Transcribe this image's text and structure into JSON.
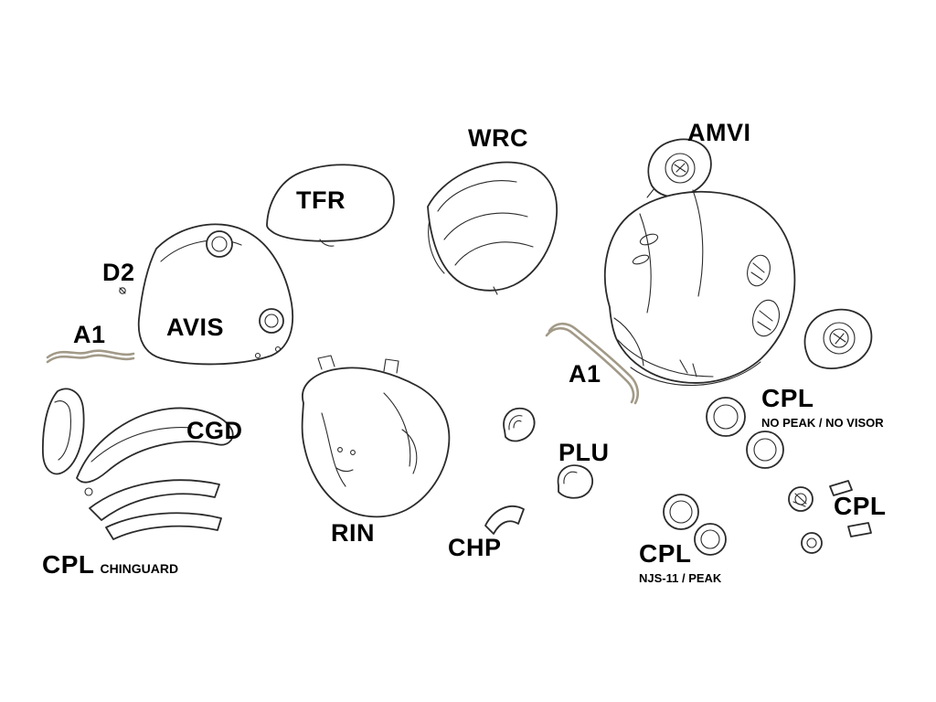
{
  "diagram": {
    "title": "Helmet exploded parts diagram",
    "background": "#ffffff",
    "line_color": "#2b2b2b",
    "beading_color": "#a29a88",
    "labels": {
      "wrc": "WRC",
      "amvi": "AMVI",
      "tfr": "TFR",
      "d2": "D2",
      "avis": "AVIS",
      "a1_left": "A1",
      "a1_right": "A1",
      "cgd": "CGD",
      "cpl_chinguard_main": "CPL",
      "cpl_chinguard_sub": "CHINGUARD",
      "rin": "RIN",
      "chp": "CHP",
      "plu": "PLU",
      "cpl_nopeak_main": "CPL",
      "cpl_nopeak_sub": "NO PEAK / NO VISOR",
      "cpl_peak_main": "CPL",
      "cpl_peak_sub": "NJS-11 / PEAK",
      "cpl_baseplate": "CPL"
    }
  }
}
